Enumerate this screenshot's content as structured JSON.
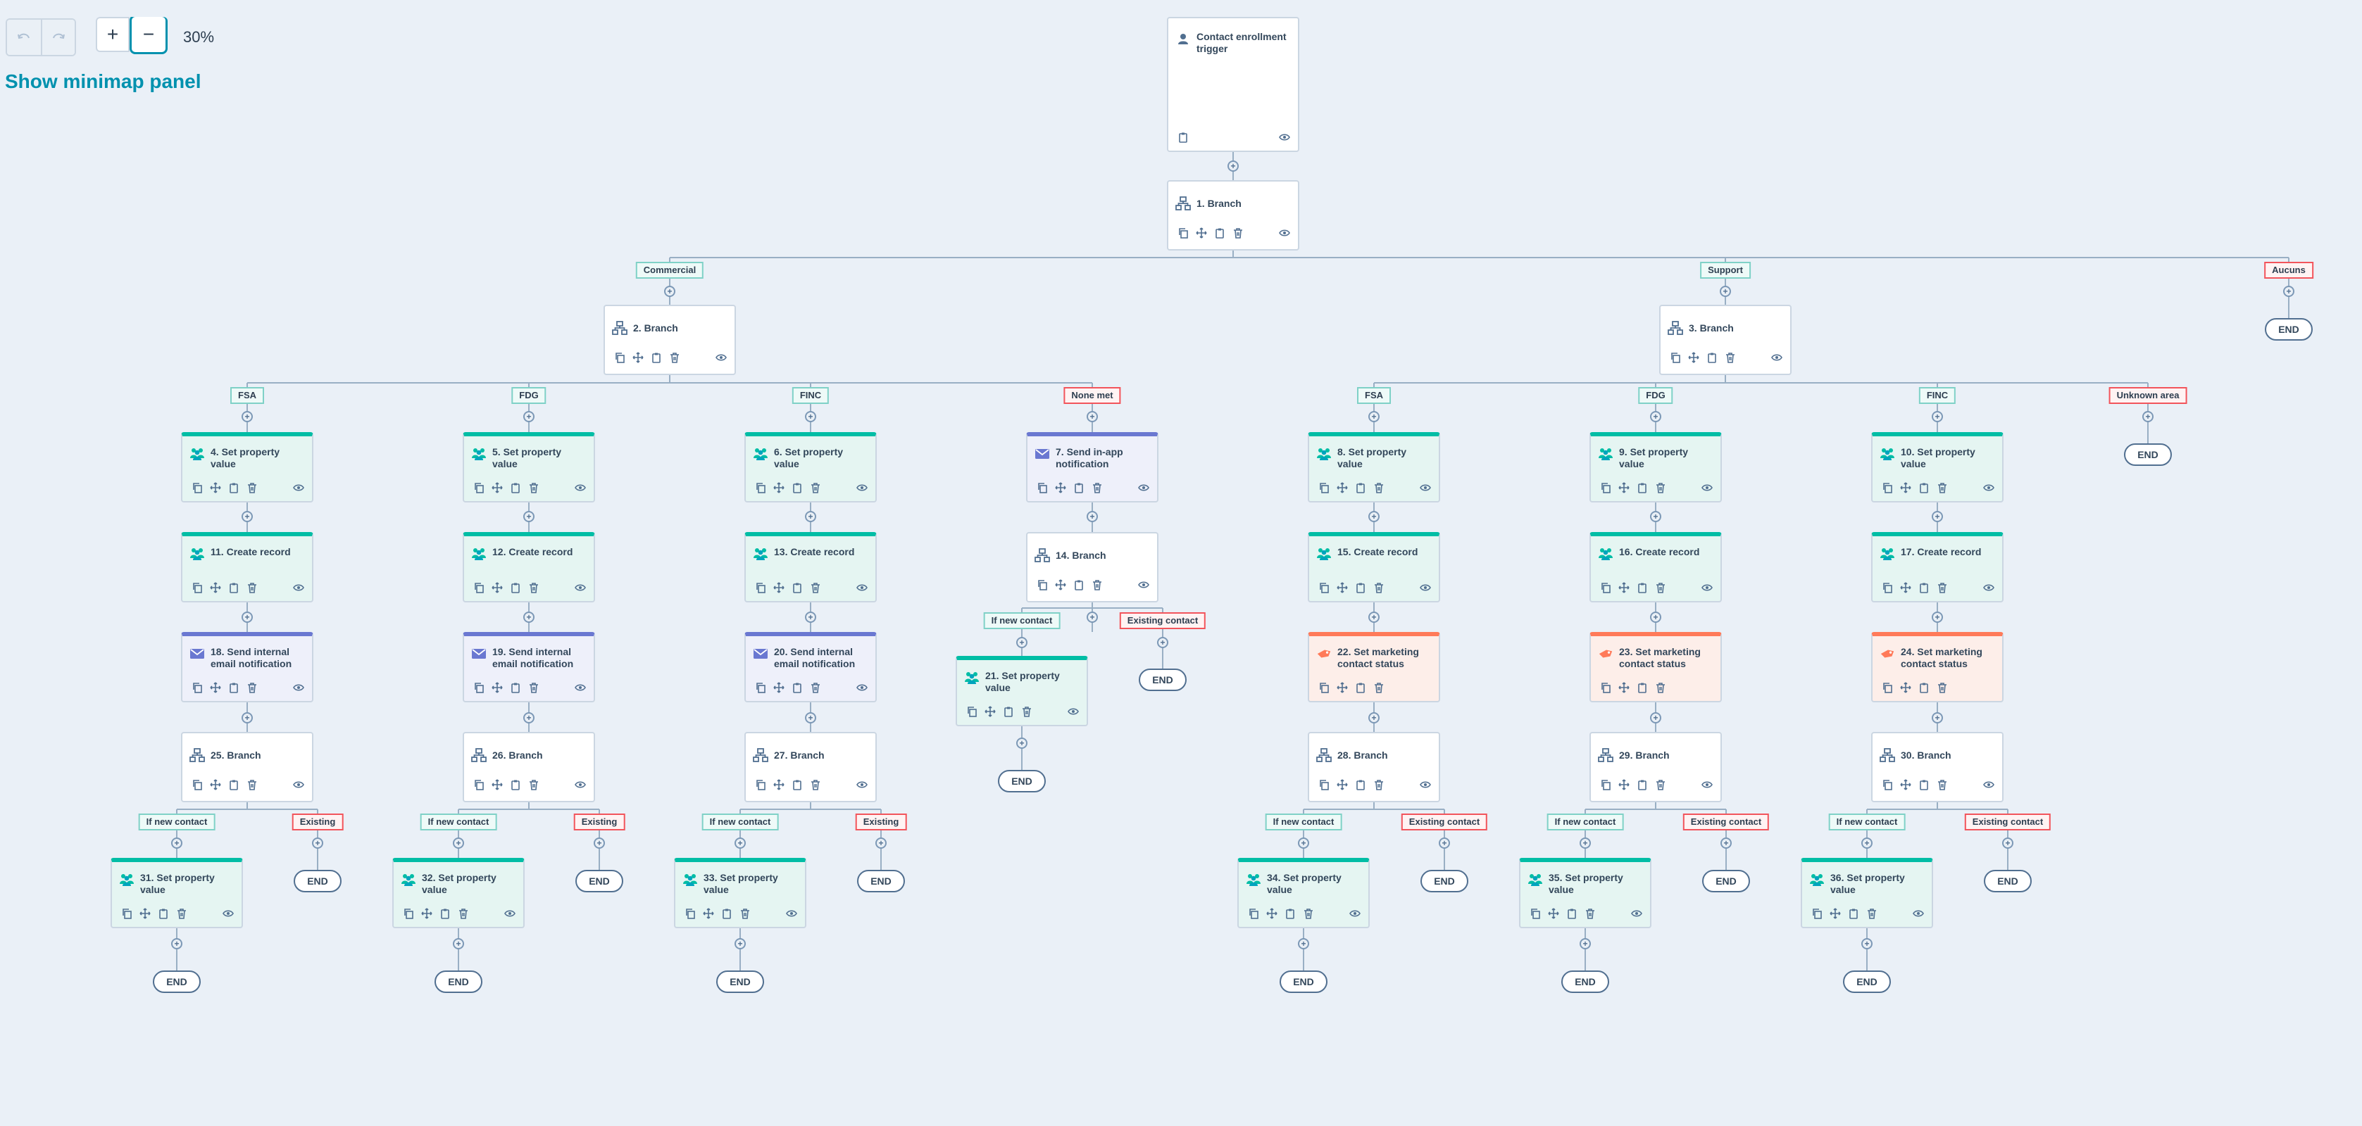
{
  "toolbar": {
    "undo": "undo",
    "redo": "redo",
    "zoom_in": "+",
    "zoom_out": "−",
    "zoom": "30%"
  },
  "minimap": {
    "label": "Show minimap panel"
  },
  "trigger": {
    "title": "Contact enrollment trigger"
  },
  "colors": {
    "teal": "#00bda5",
    "blue": "#6a78d1",
    "orange": "#ff7a59",
    "link": "#0091ae"
  },
  "nodes": [
    {
      "id": "n1",
      "title": "1. Branch",
      "kind": "branch"
    },
    {
      "id": "n2",
      "title": "2. Branch",
      "kind": "branch"
    },
    {
      "id": "n3",
      "title": "3. Branch",
      "kind": "branch"
    },
    {
      "id": "n4",
      "title": "4. Set property value",
      "kind": "property"
    },
    {
      "id": "n5",
      "title": "5. Set property value",
      "kind": "property"
    },
    {
      "id": "n6",
      "title": "6. Set property value",
      "kind": "property"
    },
    {
      "id": "n7",
      "title": "7. Send in-app notification",
      "kind": "notify"
    },
    {
      "id": "n8",
      "title": "8. Set property value",
      "kind": "property"
    },
    {
      "id": "n9",
      "title": "9. Set property value",
      "kind": "property"
    },
    {
      "id": "n10",
      "title": "10. Set property value",
      "kind": "property"
    },
    {
      "id": "n11",
      "title": "11. Create record",
      "kind": "property"
    },
    {
      "id": "n12",
      "title": "12. Create record",
      "kind": "property"
    },
    {
      "id": "n13",
      "title": "13. Create record",
      "kind": "property"
    },
    {
      "id": "n14",
      "title": "14. Branch",
      "kind": "branch"
    },
    {
      "id": "n15",
      "title": "15. Create record",
      "kind": "property"
    },
    {
      "id": "n16",
      "title": "16. Create record",
      "kind": "property"
    },
    {
      "id": "n17",
      "title": "17. Create record",
      "kind": "property"
    },
    {
      "id": "n18",
      "title": "18. Send internal email notification",
      "kind": "email"
    },
    {
      "id": "n19",
      "title": "19. Send internal email notification",
      "kind": "email"
    },
    {
      "id": "n20",
      "title": "20. Send internal email notification",
      "kind": "email"
    },
    {
      "id": "n21",
      "title": "21. Set property value",
      "kind": "property"
    },
    {
      "id": "n22",
      "title": "22. Set marketing contact status",
      "kind": "marketing"
    },
    {
      "id": "n23",
      "title": "23. Set marketing contact status",
      "kind": "marketing"
    },
    {
      "id": "n24",
      "title": "24. Set marketing contact status",
      "kind": "marketing"
    },
    {
      "id": "n25",
      "title": "25. Branch",
      "kind": "branch"
    },
    {
      "id": "n26",
      "title": "26. Branch",
      "kind": "branch"
    },
    {
      "id": "n27",
      "title": "27. Branch",
      "kind": "branch"
    },
    {
      "id": "n28",
      "title": "28. Branch",
      "kind": "branch"
    },
    {
      "id": "n29",
      "title": "29. Branch",
      "kind": "branch"
    },
    {
      "id": "n30",
      "title": "30. Branch",
      "kind": "branch"
    },
    {
      "id": "n31",
      "title": "31. Set property value",
      "kind": "property"
    },
    {
      "id": "n32",
      "title": "32. Set property value",
      "kind": "property"
    },
    {
      "id": "n33",
      "title": "33. Set property value",
      "kind": "property"
    },
    {
      "id": "n34",
      "title": "34. Set property value",
      "kind": "property"
    },
    {
      "id": "n35",
      "title": "35. Set property value",
      "kind": "property"
    },
    {
      "id": "n36",
      "title": "36. Set property value",
      "kind": "property"
    }
  ],
  "branch_labels": [
    {
      "id": "b_commercial",
      "text": "Commercial",
      "met": true
    },
    {
      "id": "b_support",
      "text": "Support",
      "met": true
    },
    {
      "id": "b_aucuns",
      "text": "Aucuns",
      "met": false
    },
    {
      "id": "b_fsa1",
      "text": "FSA",
      "met": true
    },
    {
      "id": "b_fdg1",
      "text": "FDG",
      "met": true
    },
    {
      "id": "b_finc1",
      "text": "FINC",
      "met": true
    },
    {
      "id": "b_nonemet",
      "text": "None met",
      "met": false
    },
    {
      "id": "b_fsa2",
      "text": "FSA",
      "met": true
    },
    {
      "id": "b_fdg2",
      "text": "FDG",
      "met": true
    },
    {
      "id": "b_finc2",
      "text": "FINC",
      "met": true
    },
    {
      "id": "b_unknown",
      "text": "Unknown area",
      "met": false
    },
    {
      "id": "b_new14",
      "text": "If new contact",
      "met": true
    },
    {
      "id": "b_ex14",
      "text": "Existing contact",
      "met": false
    },
    {
      "id": "b_new25",
      "text": "If new contact",
      "met": true
    },
    {
      "id": "b_ex25",
      "text": "Existing",
      "met": false
    },
    {
      "id": "b_new26",
      "text": "If new contact",
      "met": true
    },
    {
      "id": "b_ex26",
      "text": "Existing",
      "met": false
    },
    {
      "id": "b_new27",
      "text": "If new contact",
      "met": true
    },
    {
      "id": "b_ex27",
      "text": "Existing",
      "met": false
    },
    {
      "id": "b_new28",
      "text": "If new contact",
      "met": true
    },
    {
      "id": "b_ex28",
      "text": "Existing contact",
      "met": false
    },
    {
      "id": "b_new29",
      "text": "If new contact",
      "met": true
    },
    {
      "id": "b_ex29",
      "text": "Existing contact",
      "met": false
    },
    {
      "id": "b_new30",
      "text": "If new contact",
      "met": true
    },
    {
      "id": "b_ex30",
      "text": "Existing contact",
      "met": false
    }
  ],
  "end_label": "END"
}
